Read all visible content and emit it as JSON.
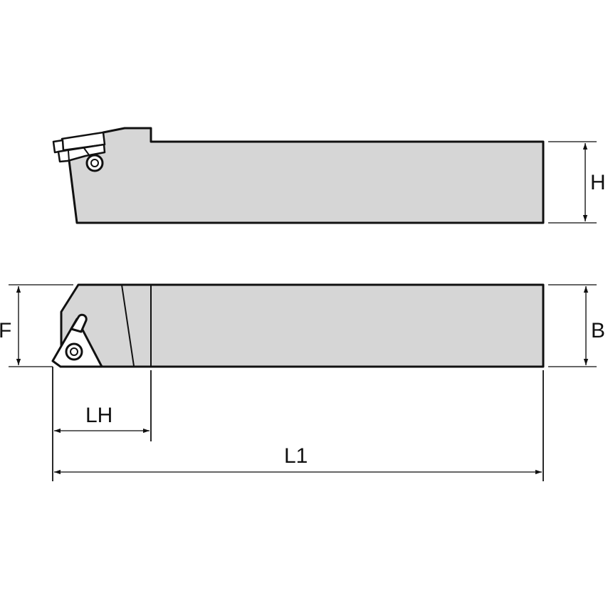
{
  "diagram": {
    "type": "technical-drawing",
    "subject": "grooving/threading toolholder with insert",
    "colors": {
      "body_fill": "#d6d6d6",
      "outline": "#111111",
      "dimension_line": "#333333",
      "insert_fill": "#ffffff",
      "background": "#ffffff"
    },
    "views": [
      {
        "name": "side-view",
        "description": "Top elevation with clamp and screw"
      },
      {
        "name": "top-view",
        "description": "Plan view with triangular insert"
      }
    ],
    "dimensions": {
      "H": {
        "label": "H",
        "meaning": "shank height"
      },
      "B": {
        "label": "B",
        "meaning": "shank width"
      },
      "F": {
        "label": "F",
        "meaning": "functional width"
      },
      "LH": {
        "label": "LH",
        "meaning": "head length"
      },
      "L1": {
        "label": "L1",
        "meaning": "overall length"
      }
    }
  }
}
